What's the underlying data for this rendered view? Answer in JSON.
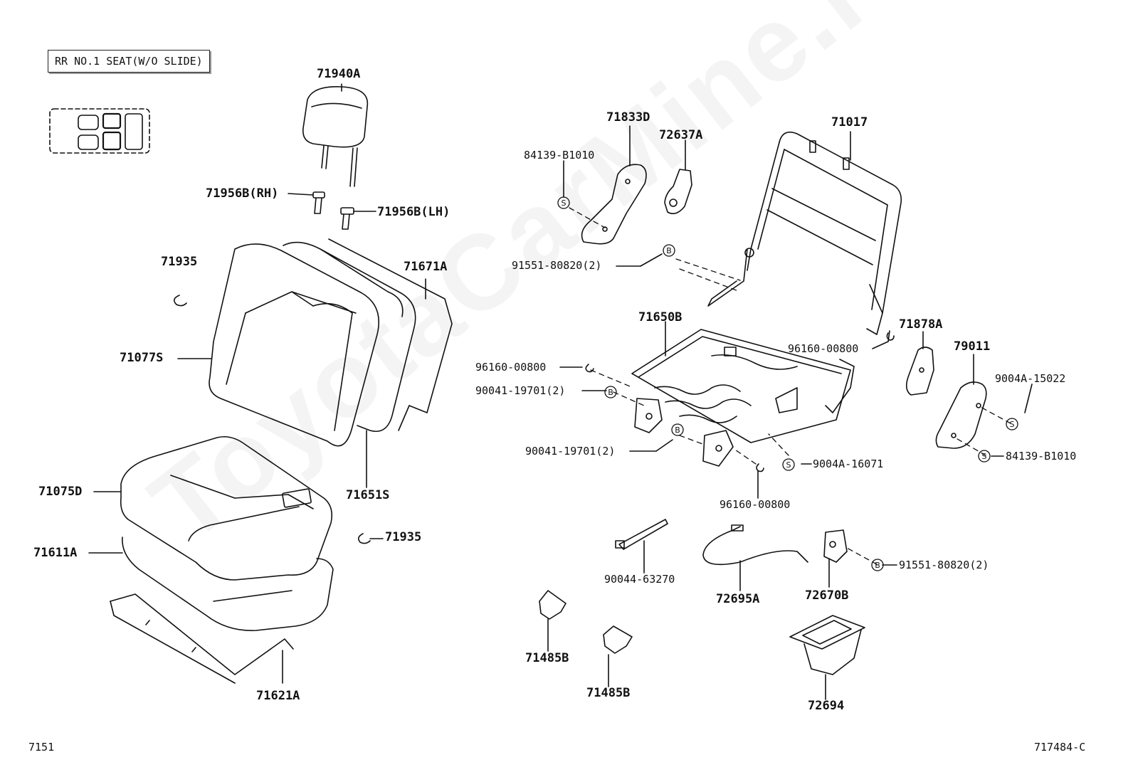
{
  "title": "RR NO.1 SEAT(W/O SLIDE)",
  "watermark": "ToyotaCarMine.ru",
  "footer": {
    "left": "7151",
    "right": "717484-C"
  },
  "labels": {
    "p71940A": "71940A",
    "p71956B_RH": "71956B(RH)",
    "p71956B_LH": "71956B(LH)",
    "p71935_top": "71935",
    "p71671A": "71671A",
    "p71077S": "71077S",
    "p71075D": "71075D",
    "p71611A": "71611A",
    "p71651S": "71651S",
    "p71935_bot": "71935",
    "p71621A": "71621A",
    "p71833D": "71833D",
    "p72637A": "72637A",
    "p71017": "71017",
    "p84139_top": "84139-B1010",
    "p91551_top": "91551-80820(2)",
    "p71650B": "71650B",
    "p71878A": "71878A",
    "p96160_right": "96160-00800",
    "p79011": "79011",
    "p9004A_15022": "9004A-15022",
    "p96160_left": "96160-00800",
    "p90041_a": "90041-19701(2)",
    "p90041_b": "90041-19701(2)",
    "p9004A_16071": "9004A-16071",
    "p84139_bot": "84139-B1010",
    "p96160_bot": "96160-00800",
    "p90044": "90044-63270",
    "p72695A": "72695A",
    "p72670B": "72670B",
    "p91551_bot": "91551-80820(2)",
    "p71485B_a": "71485B",
    "p71485B_b": "71485B",
    "p72694": "72694"
  },
  "markers": {
    "bolt": "B",
    "screw": "S"
  }
}
